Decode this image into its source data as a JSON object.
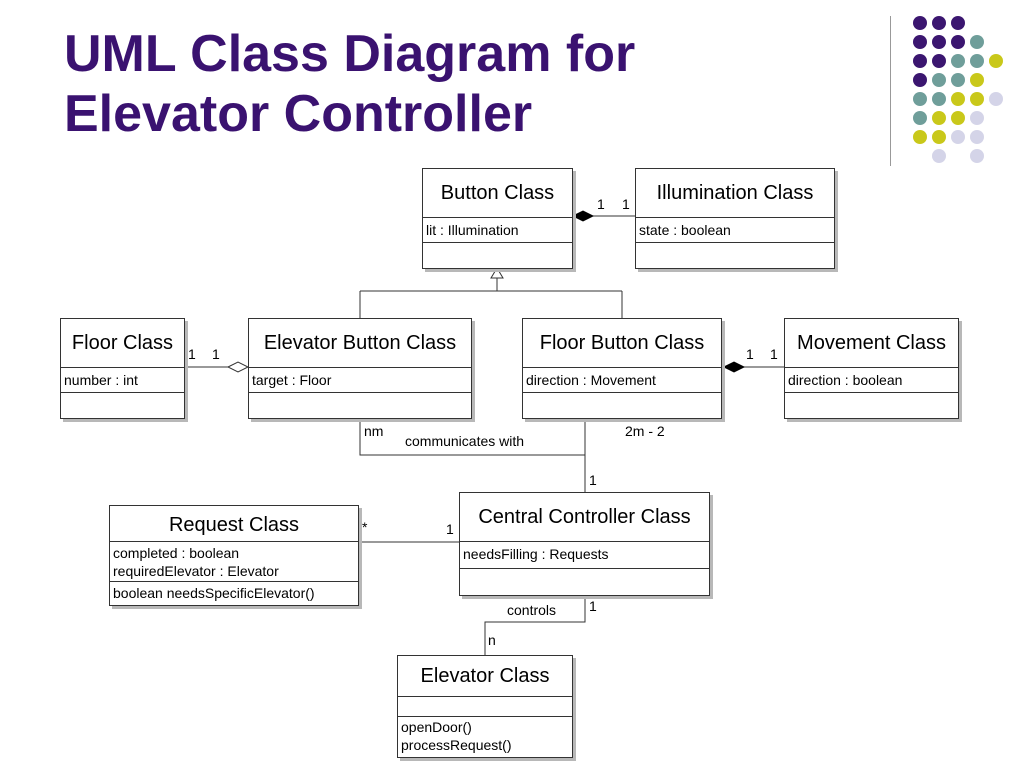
{
  "title": {
    "line1": "UML Class Diagram for",
    "line2": "Elevator Controller"
  },
  "colors": {
    "title": "#3a1270",
    "dot_purple": "#3b1670",
    "dot_teal": "#6f9e9a",
    "dot_yellow": "#c9c81a",
    "dot_lavender": "#d4d4e8"
  },
  "classes": {
    "button": {
      "name": "Button Class",
      "attrs": [
        "lit : Illumination"
      ],
      "ops": []
    },
    "illumination": {
      "name": "Illumination Class",
      "attrs": [
        "state : boolean"
      ],
      "ops": []
    },
    "floor": {
      "name": "Floor Class",
      "attrs": [
        "number : int"
      ],
      "ops": []
    },
    "elevator_button": {
      "name": "Elevator Button Class",
      "attrs": [
        "target : Floor"
      ],
      "ops": []
    },
    "floor_button": {
      "name": "Floor Button Class",
      "attrs": [
        "direction : Movement"
      ],
      "ops": []
    },
    "movement": {
      "name": "Movement Class",
      "attrs": [
        "direction : boolean"
      ],
      "ops": []
    },
    "request": {
      "name": "Request Class",
      "attrs": [
        "completed : boolean",
        "requiredElevator : Elevator"
      ],
      "ops": [
        "boolean needsSpecificElevator()"
      ]
    },
    "central_controller": {
      "name": "Central Controller Class",
      "attrs": [
        "needsFilling : Requests"
      ],
      "ops": []
    },
    "elevator": {
      "name": "Elevator Class",
      "attrs": [],
      "ops": [
        "openDoor()",
        "processRequest()"
      ]
    }
  },
  "labels": {
    "button_illum_1a": "1",
    "button_illum_1b": "1",
    "floor_eb_1a": "1",
    "floor_eb_1b": "1",
    "fb_move_1a": "1",
    "fb_move_1b": "1",
    "nm": "nm",
    "communicates_with": "communicates with",
    "two_m_minus_2": "2m - 2",
    "cc_top_1": "1",
    "request_star": "*",
    "request_cc_1": "1",
    "controls": "controls",
    "cc_bottom_1": "1",
    "n": "n"
  }
}
